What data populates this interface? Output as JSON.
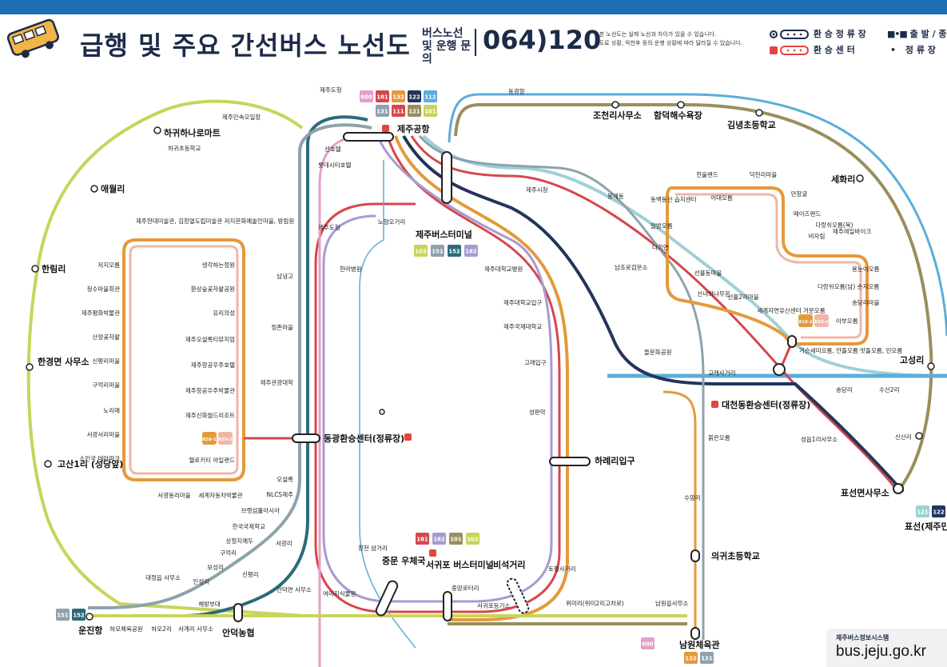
{
  "header": {
    "title": "급행 및 주요 간선버스 노선도",
    "inquiry_label": "버스노선 및 운행 문의",
    "phone": "064)120",
    "note_1": "* 본 노선도는 실제 노선과 차이가 있을 수 있습니다.",
    "note_2": "* 도로 상황, 악천후 등의 운행 상황에 따라 달라질 수 있습니다."
  },
  "legend": {
    "transfer_stop": "환 승 정 류 장",
    "depart_arrive": "출 발 / 종",
    "transfer_center": "환 승 센 터",
    "stop": "정 류 장"
  },
  "colors": {
    "header_bar": "#1f6fb5",
    "navy": "#1d2b4a",
    "orange": "#e39a3c",
    "pink": "#e3a0c8",
    "red": "#d5474b",
    "lavender": "#a79ad2",
    "skyblue": "#5aaed9",
    "lightgreen": "#c8d45a",
    "olive": "#9a8f5c",
    "teal": "#2c6b7c",
    "grey": "#8ea2ac",
    "darkblue": "#24345c",
    "paleblue": "#9fd0d6"
  },
  "badges": {
    "airport_top": [
      "600",
      "181",
      "132",
      "122",
      "112"
    ],
    "airport_bottom": [
      "131",
      "111",
      "121",
      "101"
    ],
    "terminal": [
      "102",
      "151",
      "152",
      "182"
    ],
    "seogwipo": [
      "181",
      "182",
      "101",
      "102"
    ],
    "unjin": [
      "151",
      "152"
    ],
    "pyoseon": [
      "121",
      "122"
    ],
    "bottom_600": "600",
    "namwon": [
      "132",
      "131"
    ],
    "westloop": [
      "820-1",
      "820-2"
    ],
    "eastloop": [
      "810-1",
      "810-2"
    ]
  },
  "stations": {
    "airport": "제주공항",
    "bus_terminal": "제주버스터미널",
    "donggwang_center": "동광환승센터(정류장)",
    "daecheon_center": "대천동환승센터(정류장)",
    "seogwipo_terminal": "서귀포 버스터미널",
    "hagwi": "하귀하나로마트",
    "hagwi_school": "하귀초등학교",
    "aewol": "애월리",
    "hallim": "한림리",
    "hangyeong": "한경면 사무소",
    "gosan": "고산1리 (성당앞)",
    "unjinhang": "운진항",
    "anduk": "안덕농협",
    "jocheon": "조천리사무소",
    "hamdeok": "함덕해수욕장",
    "gimnyeong": "김녕초등학교",
    "sehwa": "세화리",
    "goseong": "고성리",
    "sinsan": "신산리",
    "pyoseon": "표선면사무소",
    "pyoseon_folk": "표선(제주민",
    "uigwi": "의귀초등학교",
    "namwon_gym": "남원체육관",
    "harye": "하례리입구",
    "jungmun": "중문 우체국",
    "bisuk": "비석거리",
    "dongwang": "동광항",
    "jeju_folk": "제주민속오일장",
    "jeju_doch": "제주도청",
    "jeju_sicheong": "제주시청",
    "west_title": "제주현대미술관, 김창열도립미술관 저지문화예술인마을, 방림원"
  },
  "small_stops": {
    "west_left": [
      "저지오름",
      "청수마을회관",
      "제주평화박물관",
      "산양곶자왈",
      "신평리마을",
      "구억리마을",
      "노리매",
      "서광서리마을",
      "소인국 테마파크",
      "서광동리마을"
    ],
    "west_right": [
      "생각하는정원",
      "환상숲곶자왈공원",
      "유리의성",
      "제주오설록티뮤지엄",
      "제주항공우주호텔",
      "제주항공우주박물관",
      "제주신화월드리조트",
      "헬로키티 아일랜드",
      "세계자동차박물관"
    ],
    "mid_left": [
      "남녕고",
      "정존마을",
      "제주관광대학",
      "오설록",
      "NLCS제주",
      "브랭섬홀아시아",
      "한국국제학교",
      "상정지예두",
      "구억리",
      "보성리",
      "인성리",
      "신평리",
      "서광리",
      "대정읍 사무소",
      "안덕면 사무소",
      "헤방부대",
      "사계리 사무소",
      "하모체육공원",
      "하모2리"
    ],
    "middle": [
      "노형오거리",
      "한라병원",
      "제주대학교병원",
      "제주대학교입구",
      "제주국제대학교",
      "고래입구",
      "성판악",
      "토평사거리",
      "중앙로터리",
      "서귀포등기소",
      "창천 삼거리",
      "여미지식물원",
      "롯데시티호텔",
      "선호텔",
      "제주도청",
      "봉개동",
      "남조로검문소",
      "들문화공원",
      "교래사거리",
      "붉은오름",
      "수망리",
      "송당리",
      "수산2리",
      "성읍1리사무소",
      "위미리(위미2리고차로)",
      "남원읍사무소"
    ],
    "east_loop": [
      "한울랜드",
      "덕천리마을",
      "어대오름",
      "동백동산 습지센터",
      "알밤오름",
      "다희연",
      "선흘동마을",
      "선녀와나무꾼",
      "선흘2리마을",
      "세계자연유산센터 거문오름",
      "다랑쉬오름(남) 손지오름",
      "송당리마을",
      "용눈이오름",
      "아부오름",
      "거슨세미오름, 안돌오름 밧돌오름, 민오름",
      "비자림",
      "메이즈랜드",
      "만장굴",
      "다랑쉬오름(북)",
      "제주레일바이크"
    ]
  },
  "site": {
    "label": "제주버스정보시스템",
    "url": "bus.jeju.go.kr"
  }
}
